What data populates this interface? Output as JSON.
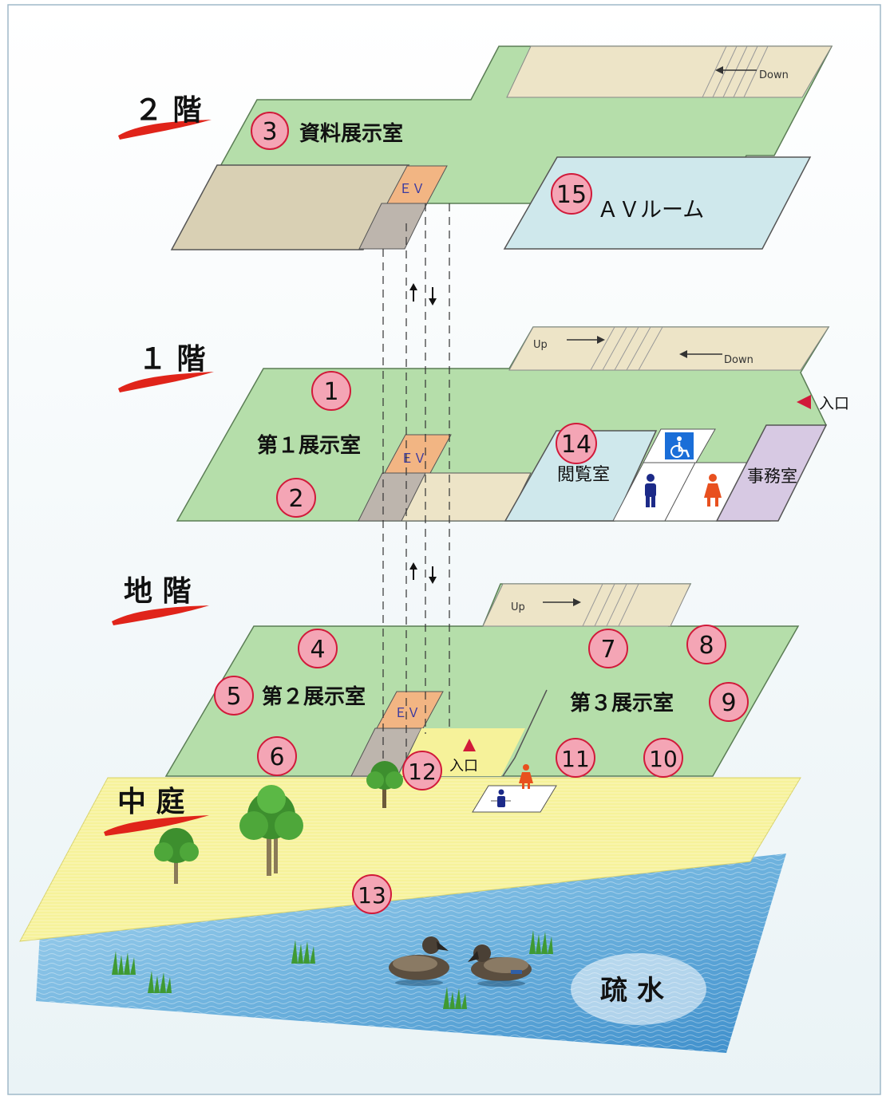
{
  "floors": {
    "f2": "２ 階",
    "f1": "１ 階",
    "b1": "地 階",
    "courtyard": "中 庭"
  },
  "rooms": {
    "shiryo": "資料展示室",
    "av": "ＡＶルーム",
    "tenji1": "第１展示室",
    "tenji2": "第２展示室",
    "tenji3": "第３展示室",
    "etsuran": "閲覧室",
    "jimu": "事務室",
    "sosui": "疏 水"
  },
  "labels": {
    "ev": "ＥＶ",
    "entrance": "入口",
    "up": "Up",
    "down": "Down"
  },
  "markers": [
    "1",
    "2",
    "3",
    "4",
    "5",
    "6",
    "7",
    "8",
    "9",
    "10",
    "11",
    "12",
    "13",
    "14",
    "15"
  ],
  "colors": {
    "floor_green": "#b5deaa",
    "stair_beige": "#ede4c7",
    "room_tan": "#d9d0b4",
    "av_blue": "#cfe8ec",
    "ev_orange": "#f2b583",
    "office_purple": "#d7c9e3",
    "courtyard_yellow": "#f6f29a",
    "water_blue": "#6fb3de",
    "marker_pink": "#f4a5b5",
    "marker_red": "#d11a3a",
    "brush_red": "#e0241a"
  },
  "icons": [
    "wheelchair-icon",
    "male-restroom-icon",
    "female-restroom-icon",
    "tree-icon",
    "duck-icon",
    "grass-icon",
    "entrance-arrow-icon"
  ]
}
